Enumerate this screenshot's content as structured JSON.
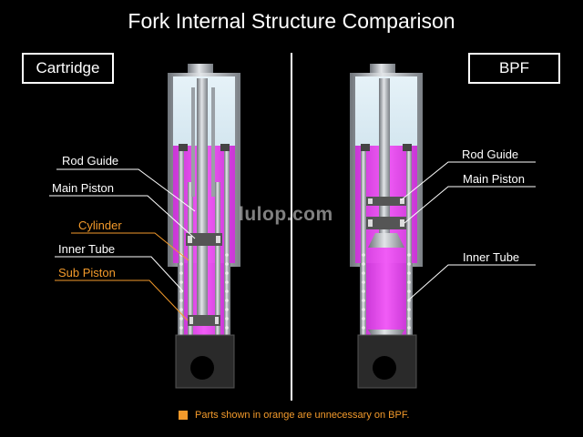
{
  "title": "Fork Internal Structure Comparison",
  "left_label": "Cartridge",
  "right_label": "BPF",
  "watermark": "lulop.com",
  "cartridge_parts": {
    "rod_guide": "Rod Guide",
    "main_piston": "Main Piston",
    "cylinder": "Cylinder",
    "inner_tube": "Inner Tube",
    "sub_piston": "Sub Piston"
  },
  "bpf_parts": {
    "rod_guide": "Rod Guide",
    "main_piston": "Main Piston",
    "inner_tube": "Inner Tube"
  },
  "note": "Parts shown in orange are unnecessary on BPF.",
  "colors": {
    "background": "#000000",
    "oil": "#e040e8",
    "air": "#cfe4ee",
    "metal": "#b8bcc2",
    "unnecessary_part_label": "#f39a2b"
  }
}
